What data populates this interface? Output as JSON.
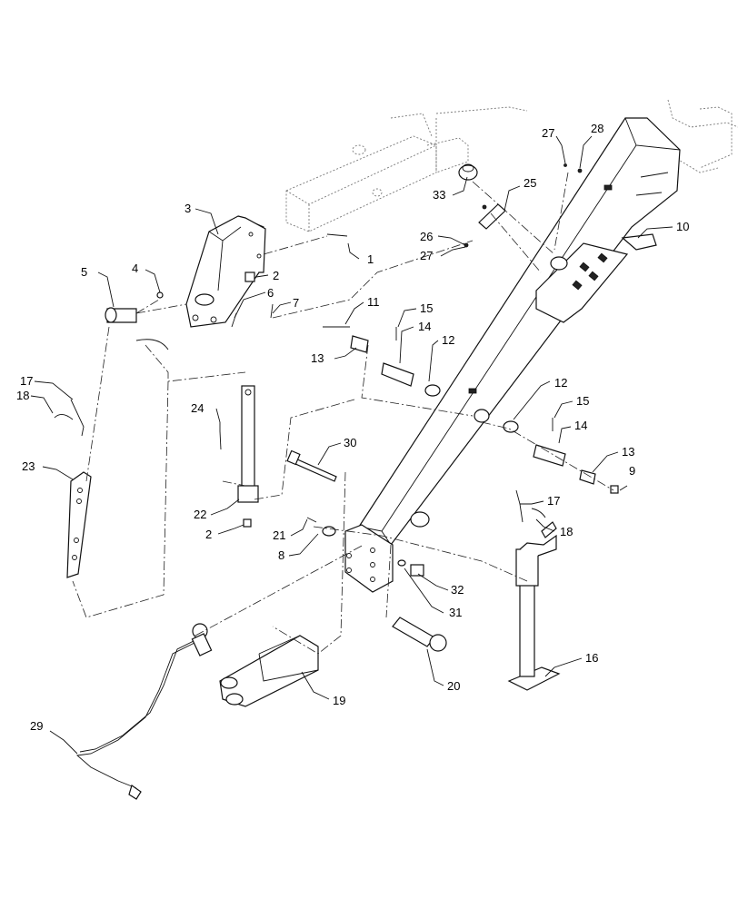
{
  "diagram": {
    "callouts": [
      {
        "id": "c1",
        "text": "1"
      },
      {
        "id": "c2a",
        "text": "2"
      },
      {
        "id": "c2b",
        "text": "2"
      },
      {
        "id": "c3",
        "text": "3"
      },
      {
        "id": "c4",
        "text": "4"
      },
      {
        "id": "c5",
        "text": "5"
      },
      {
        "id": "c6",
        "text": "6"
      },
      {
        "id": "c7",
        "text": "7"
      },
      {
        "id": "c8",
        "text": "8"
      },
      {
        "id": "c9",
        "text": "9"
      },
      {
        "id": "c10",
        "text": "10"
      },
      {
        "id": "c11",
        "text": "11"
      },
      {
        "id": "c12a",
        "text": "12"
      },
      {
        "id": "c12b",
        "text": "12"
      },
      {
        "id": "c13a",
        "text": "13"
      },
      {
        "id": "c13b",
        "text": "13"
      },
      {
        "id": "c14a",
        "text": "14"
      },
      {
        "id": "c14b",
        "text": "14"
      },
      {
        "id": "c15a",
        "text": "15"
      },
      {
        "id": "c15b",
        "text": "15"
      },
      {
        "id": "c16",
        "text": "16"
      },
      {
        "id": "c17a",
        "text": "17"
      },
      {
        "id": "c17b",
        "text": "17"
      },
      {
        "id": "c18a",
        "text": "18"
      },
      {
        "id": "c18b",
        "text": "18"
      },
      {
        "id": "c19",
        "text": "19"
      },
      {
        "id": "c20",
        "text": "20"
      },
      {
        "id": "c21",
        "text": "21"
      },
      {
        "id": "c22",
        "text": "22"
      },
      {
        "id": "c23",
        "text": "23"
      },
      {
        "id": "c24",
        "text": "24"
      },
      {
        "id": "c25",
        "text": "25"
      },
      {
        "id": "c26",
        "text": "26"
      },
      {
        "id": "c27a",
        "text": "27"
      },
      {
        "id": "c27b",
        "text": "27"
      },
      {
        "id": "c28",
        "text": "28"
      },
      {
        "id": "c29",
        "text": "29"
      },
      {
        "id": "c30",
        "text": "30"
      },
      {
        "id": "c31",
        "text": "31"
      },
      {
        "id": "c32",
        "text": "32"
      },
      {
        "id": "c33",
        "text": "33"
      }
    ]
  }
}
